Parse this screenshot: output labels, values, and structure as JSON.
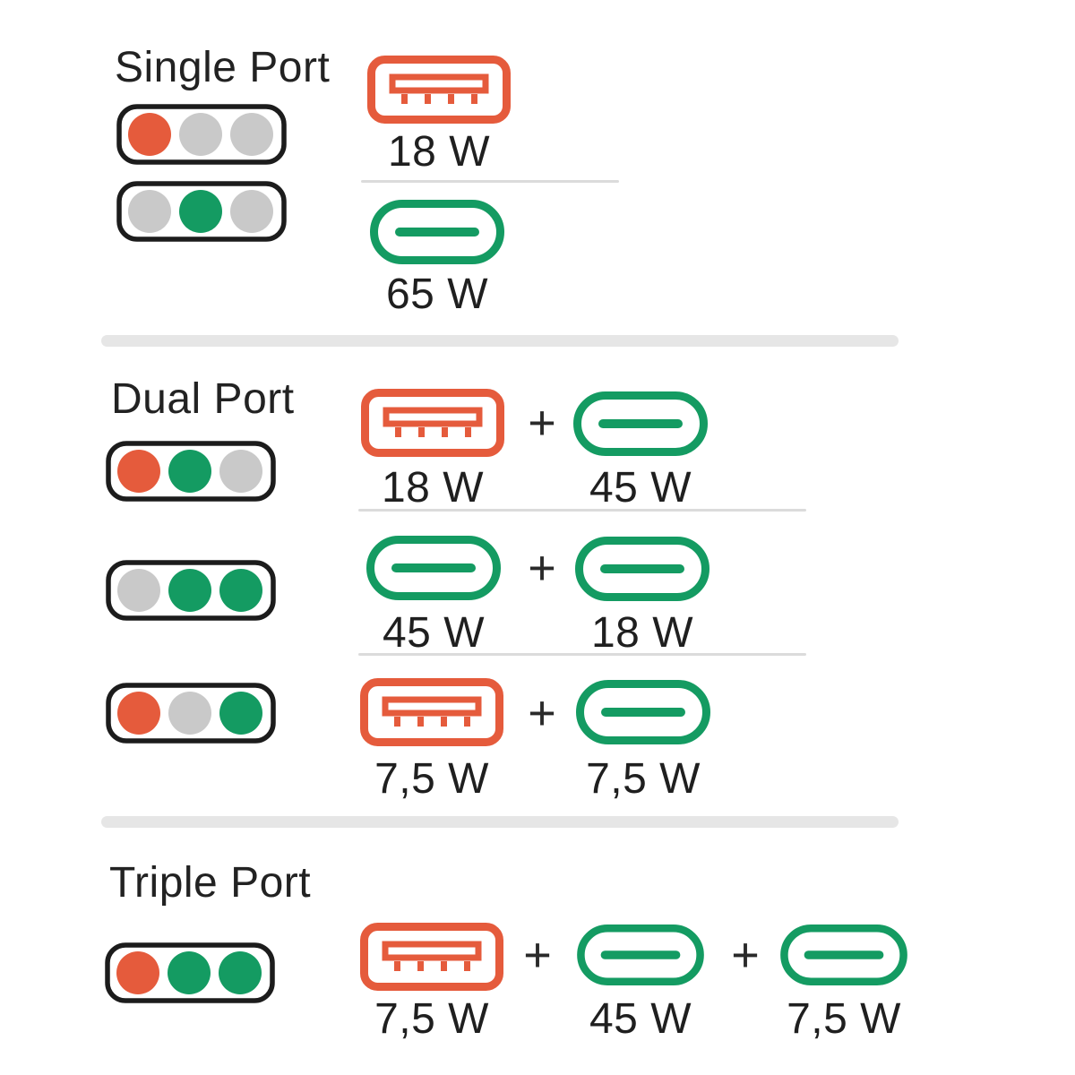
{
  "colors": {
    "orange": "#E55B3C",
    "green": "#149B62",
    "gray": "#C9C9C9",
    "outline": "#1C1C1C",
    "text": "#1F1F1F",
    "divider": "#DBDBDB",
    "section_divider": "#E6E6E6"
  },
  "plus": "+",
  "sections": [
    {
      "title": "Single Port",
      "rows": [
        {
          "indicator": [
            "orange",
            "gray",
            "gray"
          ],
          "ports": [
            {
              "type": "usb-a",
              "color": "orange",
              "watts": "18 W"
            }
          ]
        },
        {
          "indicator": [
            "gray",
            "green",
            "gray"
          ],
          "ports": [
            {
              "type": "usb-c",
              "color": "green",
              "watts": "65 W"
            }
          ]
        }
      ]
    },
    {
      "title": "Dual Port",
      "rows": [
        {
          "indicator": [
            "orange",
            "green",
            "gray"
          ],
          "ports": [
            {
              "type": "usb-a",
              "color": "orange",
              "watts": "18 W"
            },
            {
              "type": "usb-c",
              "color": "green",
              "watts": "45 W"
            }
          ]
        },
        {
          "indicator": [
            "gray",
            "green",
            "green"
          ],
          "ports": [
            {
              "type": "usb-c",
              "color": "green",
              "watts": "45 W"
            },
            {
              "type": "usb-c",
              "color": "green",
              "watts": "18 W"
            }
          ]
        },
        {
          "indicator": [
            "orange",
            "gray",
            "green"
          ],
          "ports": [
            {
              "type": "usb-a",
              "color": "orange",
              "watts": "7,5 W"
            },
            {
              "type": "usb-c",
              "color": "green",
              "watts": "7,5 W"
            }
          ]
        }
      ]
    },
    {
      "title": "Triple Port",
      "rows": [
        {
          "indicator": [
            "orange",
            "green",
            "green"
          ],
          "ports": [
            {
              "type": "usb-a",
              "color": "orange",
              "watts": "7,5 W"
            },
            {
              "type": "usb-c",
              "color": "green",
              "watts": "45 W"
            },
            {
              "type": "usb-c",
              "color": "green",
              "watts": "7,5 W"
            }
          ]
        }
      ]
    }
  ]
}
